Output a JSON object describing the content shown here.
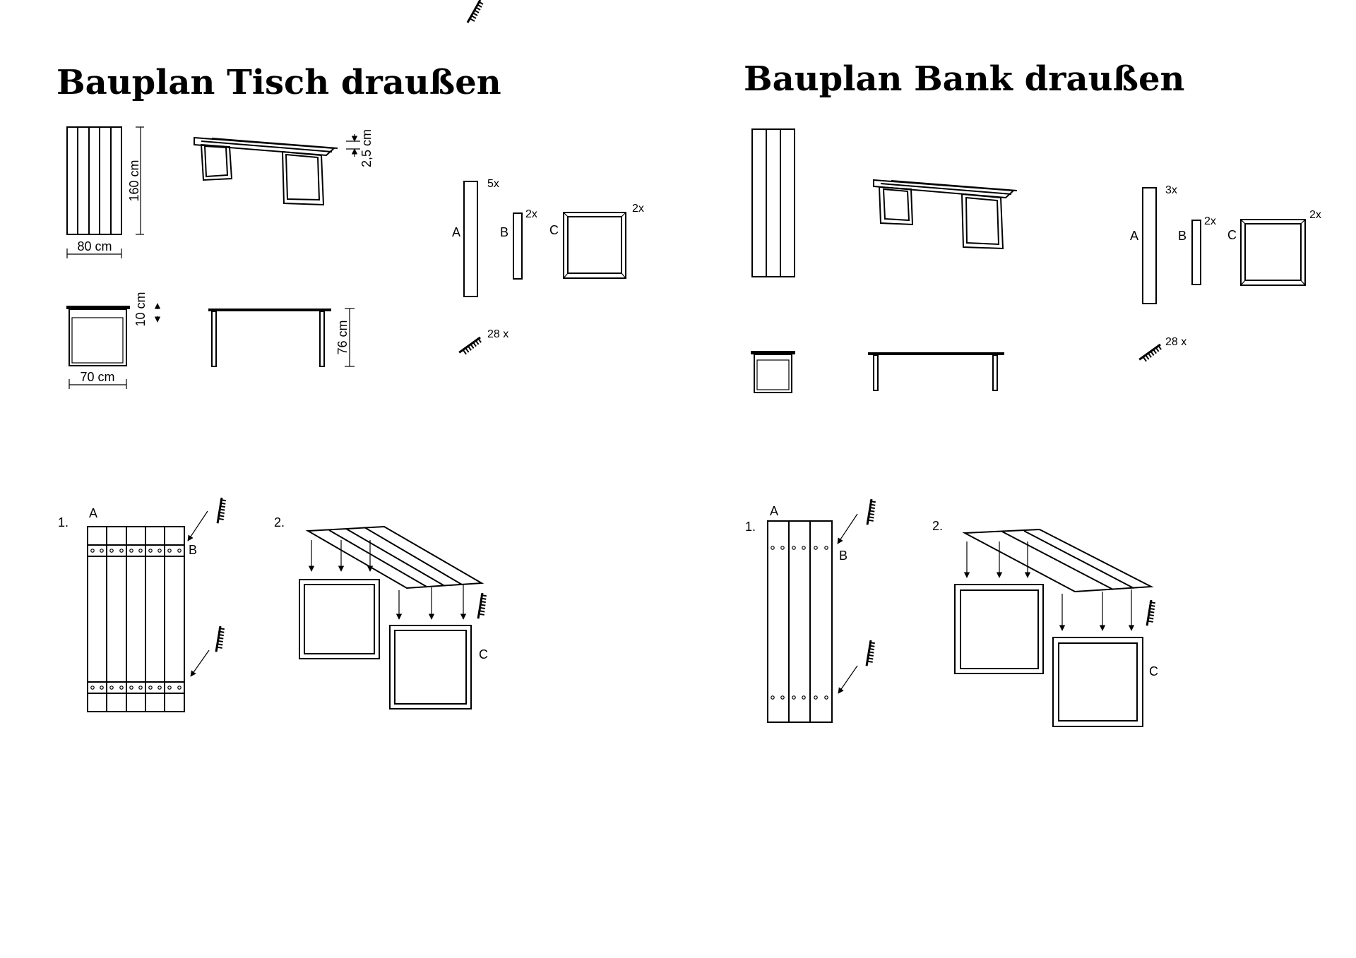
{
  "table": {
    "title": "Bauplan Tisch draußen",
    "dim_length": "160 cm",
    "dim_width": "80 cm",
    "dim_thickness": "2,5 cm",
    "dim_frame": "10 cm",
    "dim_depth": "70 cm",
    "dim_height": "76 cm",
    "parts": [
      {
        "letter": "A",
        "qty": "5x"
      },
      {
        "letter": "B",
        "qty": "2x"
      },
      {
        "letter": "C",
        "qty": "2x"
      }
    ],
    "screws": "28 x",
    "step1": "1.",
    "step1_a": "A",
    "step1_b": "B",
    "step2": "2.",
    "step2_c": "C"
  },
  "bench": {
    "title": "Bauplan Bank draußen",
    "parts": [
      {
        "letter": "A",
        "qty": "3x"
      },
      {
        "letter": "B",
        "qty": "2x"
      },
      {
        "letter": "C",
        "qty": "2x"
      }
    ],
    "screws": "28 x",
    "step1": "1.",
    "step1_a": "A",
    "step1_b": "B",
    "step2": "2.",
    "step2_c": "C"
  }
}
